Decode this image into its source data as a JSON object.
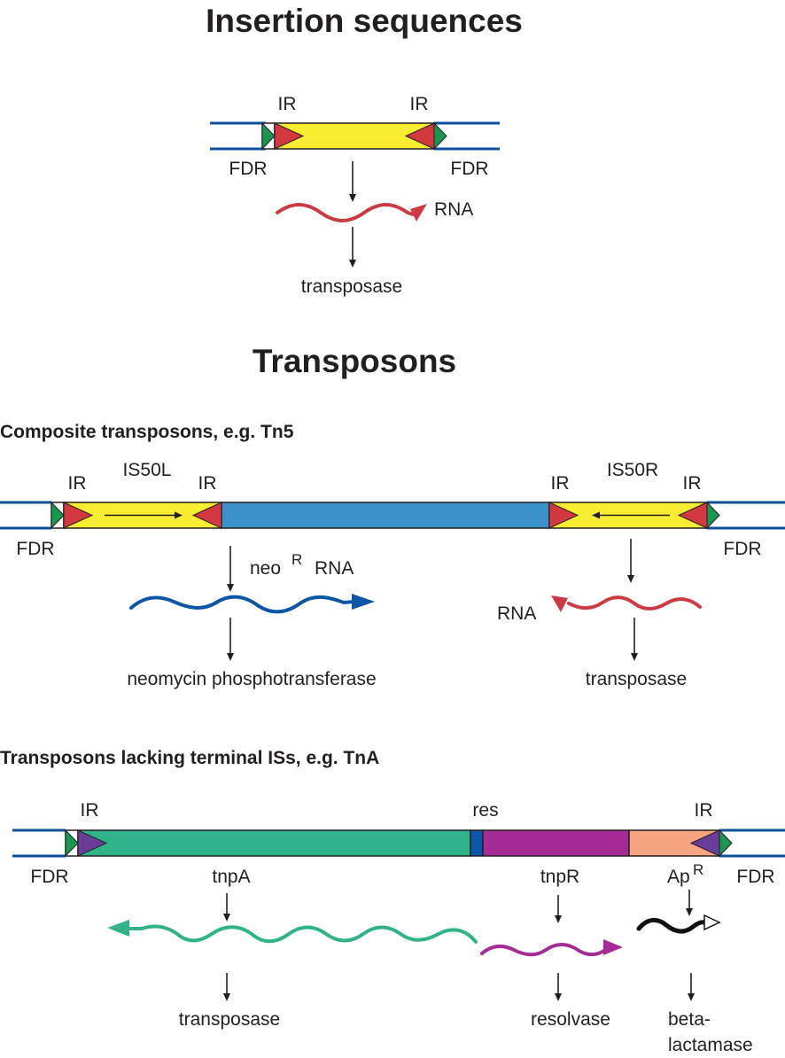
{
  "section1": {
    "title": "Insertion sequences",
    "ir_left": "IR",
    "ir_right": "IR",
    "fdr_left": "FDR",
    "fdr_right": "FDR",
    "rna": "RNA",
    "product": "transposase"
  },
  "section2": {
    "title": "Transposons"
  },
  "composite": {
    "heading": "Composite transposons, e.g. Tn5",
    "is_left": "IS50L",
    "is_right": "IS50R",
    "ir1": "IR",
    "ir2": "IR",
    "ir3": "IR",
    "ir4": "IR",
    "fdr_left": "FDR",
    "fdr_right": "FDR",
    "neo_label": "neo",
    "neo_sup": "R",
    "neo_rna": "RNA",
    "rna_right": "RNA",
    "product_left": "neomycin phosphotransferase",
    "product_right": "transposase"
  },
  "tna": {
    "heading": "Transposons lacking terminal ISs, e.g. TnA",
    "ir_left": "IR",
    "res": "res",
    "ir_right": "IR",
    "fdr_left": "FDR",
    "fdr_right": "FDR",
    "gene1": "tnpA",
    "gene2": "tnpR",
    "gene3_base": "Ap",
    "gene3_sup": "R",
    "product1": "transposase",
    "product2": "resolvase",
    "product3_line1": "beta-",
    "product3_line2": "lactamase"
  },
  "colors": {
    "dna": "#0d4f9c",
    "is_element": "#f9ed32",
    "ir_red": "#d1383f",
    "fdr_green": "#1a9650",
    "neo_region": "#3b92c8",
    "neo_rna": "#0d56a6",
    "transposase_rna": "#cc3a42",
    "tnpA": "#31b38a",
    "res_site": "#0b56a8",
    "tnpR": "#a52b97",
    "apR": "#f7a483",
    "ir_purple": "#6a3d99",
    "apR_rna": "#111111"
  }
}
